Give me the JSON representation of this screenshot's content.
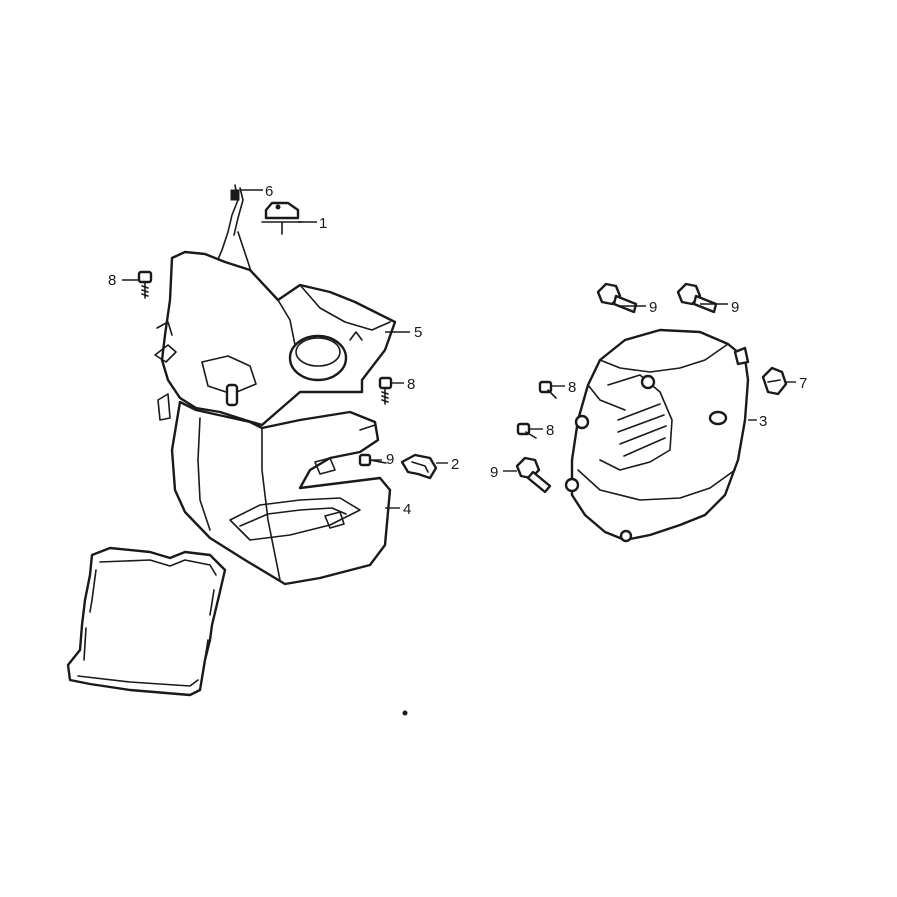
{
  "callouts": {
    "c1": "1",
    "c2": "2",
    "c3": "3",
    "c4": "4",
    "c5": "5",
    "c6": "6",
    "c7": "7",
    "c8a": "8",
    "c8b": "8",
    "c8c": "8",
    "c8d": "8",
    "c9a": "9",
    "c9b": "9",
    "c9c": "9",
    "c9d": "9"
  },
  "colors": {
    "line": "#1a1a1a",
    "background": "#ffffff"
  }
}
